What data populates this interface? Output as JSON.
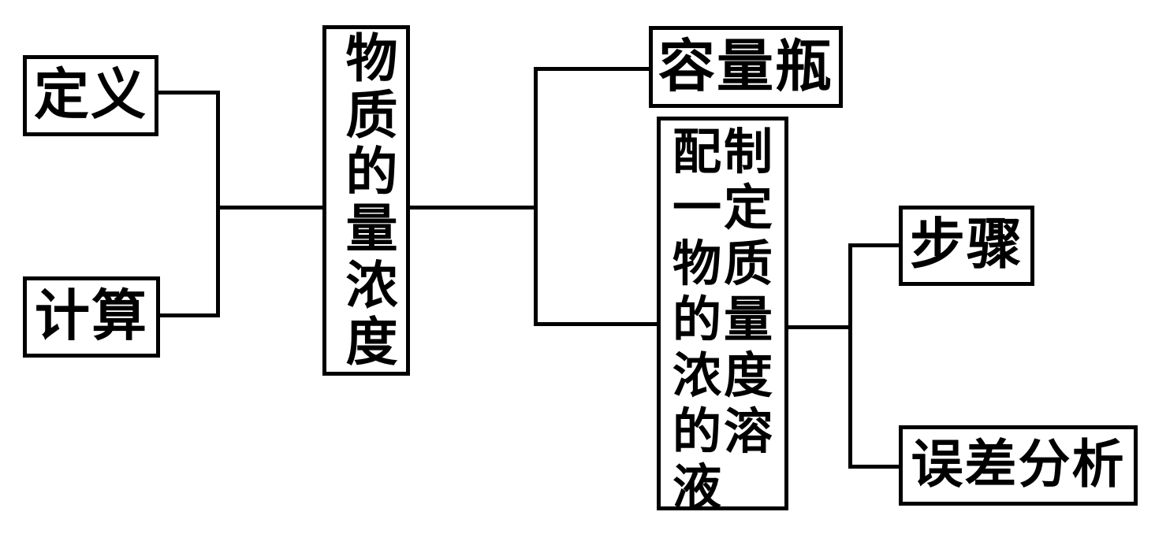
{
  "diagram": {
    "title_hidden": "",
    "nodes": {
      "definition": {
        "label": "定义"
      },
      "calculation": {
        "label": "计算"
      },
      "molar_concentration": {
        "label": "物质的量浓度"
      },
      "volumetric_flask": {
        "label": "容量瓶"
      },
      "solution_preparation": {
        "label": "配制一定物质的量浓度的溶液"
      },
      "steps": {
        "label": "步骤"
      },
      "error_analysis": {
        "label": "误差分析"
      }
    },
    "edges": [
      {
        "from": "definition",
        "to": "molar_concentration"
      },
      {
        "from": "calculation",
        "to": "molar_concentration"
      },
      {
        "from": "molar_concentration",
        "to": "volumetric_flask"
      },
      {
        "from": "molar_concentration",
        "to": "solution_preparation"
      },
      {
        "from": "solution_preparation",
        "to": "steps"
      },
      {
        "from": "solution_preparation",
        "to": "error_analysis"
      }
    ],
    "colors": {
      "background": "#ffffff",
      "line": "#000000",
      "text": "#000000"
    }
  }
}
